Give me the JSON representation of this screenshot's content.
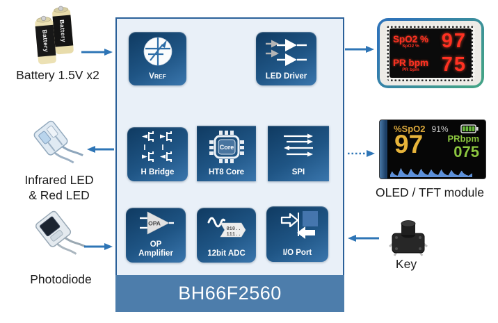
{
  "left": {
    "battery": {
      "label": "Battery 1.5V x2",
      "body_text": "Battery"
    },
    "ir_led": {
      "label_line1": "Infrared LED",
      "label_line2": "& Red LED"
    },
    "photodiode": {
      "label": "Photodiode"
    }
  },
  "chip": {
    "name": "BH66F2560",
    "blocks": {
      "vref": {
        "label_main": "V",
        "label_sub": "REF"
      },
      "led_driver": {
        "label": "LED Driver"
      },
      "h_bridge": {
        "label": "H Bridge"
      },
      "ht8_core": {
        "label": "HT8 Core",
        "icon_text": "Core"
      },
      "spi": {
        "label": "SPI"
      },
      "op_amplifier": {
        "label_line1": "OP",
        "label_line2": "Amplifier",
        "icon_text": "OPA"
      },
      "adc": {
        "label": "12bit ADC",
        "bits_line1": "010..",
        "bits_line2": "111.."
      },
      "io_port": {
        "label": "I/O Port"
      }
    }
  },
  "right": {
    "spo2_display": {
      "row1_label": "SpO2 %",
      "row1_sublabel": "SpO2 %",
      "row1_value": "97",
      "row2_label": "PR bpm",
      "row2_sublabel": "PR bpm",
      "row2_value": "75"
    },
    "oled": {
      "spo2_label": "%SpO2",
      "percent": "91%",
      "spo2_value": "97",
      "pr_label": "PRbpm",
      "pr_value": "075",
      "caption": "OLED / TFT module"
    },
    "key": {
      "label": "Key"
    }
  },
  "colors": {
    "arrow_blue": "#2e75b6",
    "box_fill": "#e9f0f8",
    "box_border": "#2a6099",
    "footer_bar": "#4d7dab",
    "block_gradient_dark": "#0f3a61",
    "block_gradient_light": "#3a76ad",
    "display_red": "#ff3122",
    "oled_yellow": "#e7b43a",
    "oled_green": "#8cc63f",
    "waveform_blue": "#5b8fd9"
  }
}
